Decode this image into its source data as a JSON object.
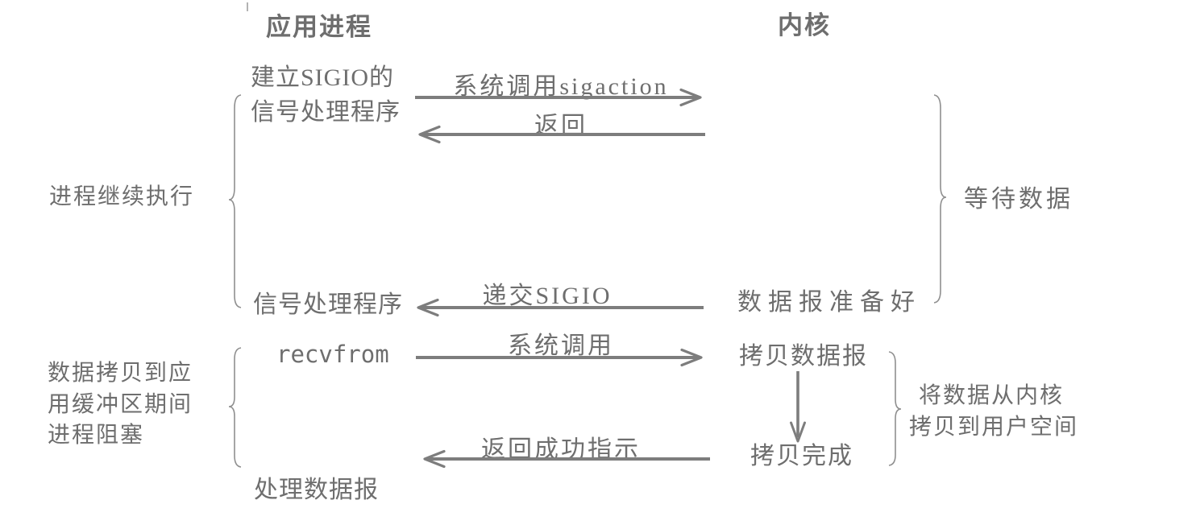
{
  "headers": {
    "application": "应用进程",
    "kernel": "内核"
  },
  "app_column": {
    "establish_sigio_line1": "建立SIGIO的",
    "establish_sigio_line2": "信号处理程序",
    "signal_handler": "信号处理程序",
    "recvfrom": "recvfrom",
    "process_datagram": "处理数据报"
  },
  "kernel_column": {
    "datagram_ready": "数据报准备好",
    "copy_datagram": "拷贝数据报",
    "copy_complete": "拷贝完成"
  },
  "arrows": {
    "sigaction": {
      "label": "系统调用sigaction",
      "direction": "right"
    },
    "sigaction_return": {
      "label": "返回",
      "direction": "left"
    },
    "deliver_sigio": {
      "label": "递交SIGIO",
      "direction": "left"
    },
    "recvfrom_call": {
      "label": "系统调用",
      "direction": "right"
    },
    "return_success": {
      "label": "返回成功指示",
      "direction": "left"
    },
    "copy_progress": {
      "direction": "down"
    }
  },
  "annotations": {
    "process_continues": "进程继续执行",
    "wait_for_data": "等待数据",
    "blocked_note": [
      "数据拷贝到应",
      "用缓冲区期间",
      "进程阻塞"
    ],
    "kernel_copy_note": [
      "将数据从内核",
      "拷贝到用户空间"
    ]
  },
  "colors": {
    "background": "#ffffff",
    "text": "#6e6e6e",
    "arrow": "#7d7d7d",
    "brace": "#8f8f8f"
  }
}
